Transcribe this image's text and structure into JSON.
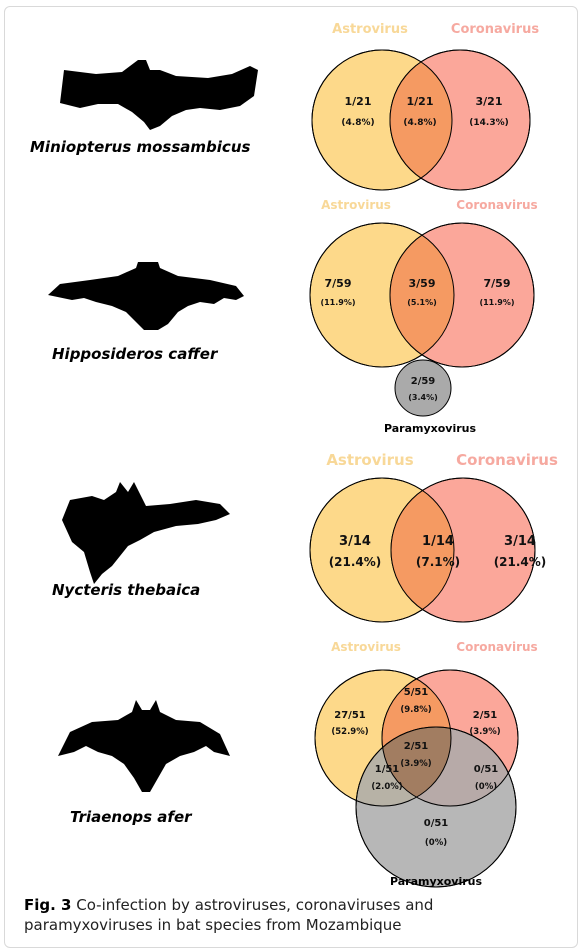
{
  "colors": {
    "astrovirus": "#fdd98a",
    "coronavirus": "#fba79a",
    "paramyxovirus": "#aaaaaa",
    "overlap": "#f59a62",
    "overlap_triple": "#a0785a",
    "label_astro": "#f8d898",
    "label_corona": "#f6a9a0"
  },
  "panels": [
    {
      "species": "Miniopterus mossambicus",
      "labels": {
        "astrovirus": "Astrovirus",
        "coronavirus": "Coronavirus"
      },
      "regions": {
        "astro_only": {
          "count": "1/21",
          "pct": "(4.8%)"
        },
        "both": {
          "count": "1/21",
          "pct": "(4.8%)"
        },
        "corona_only": {
          "count": "3/21",
          "pct": "(14.3%)"
        }
      }
    },
    {
      "species": "Hipposideros caffer",
      "labels": {
        "astrovirus": "Astrovirus",
        "coronavirus": "Coronavirus",
        "paramyxovirus": "Paramyxovirus"
      },
      "regions": {
        "astro_only": {
          "count": "7/59",
          "pct": "(11.9%)"
        },
        "both": {
          "count": "3/59",
          "pct": "(5.1%)"
        },
        "corona_only": {
          "count": "7/59",
          "pct": "(11.9%)"
        },
        "para_only": {
          "count": "2/59",
          "pct": "(3.4%)"
        }
      }
    },
    {
      "species": "Nycteris thebaica",
      "labels": {
        "astrovirus": "Astrovirus",
        "coronavirus": "Coronavirus"
      },
      "regions": {
        "astro_only": {
          "count": "3/14",
          "pct": "(21.4%)"
        },
        "both": {
          "count": "1/14",
          "pct": "(7.1%)"
        },
        "corona_only": {
          "count": "3/14",
          "pct": "(21.4%)"
        }
      }
    },
    {
      "species": "Triaenops afer",
      "labels": {
        "astrovirus": "Astrovirus",
        "coronavirus": "Coronavirus",
        "paramyxovirus": "Paramyxovirus"
      },
      "regions": {
        "astro_only": {
          "count": "27/51",
          "pct": "(52.9%)"
        },
        "astro_corona": {
          "count": "5/51",
          "pct": "(9.8%)"
        },
        "corona_only": {
          "count": "2/51",
          "pct": "(3.9%)"
        },
        "all_three": {
          "count": "2/51",
          "pct": "(3.9%)"
        },
        "astro_para": {
          "count": "1/51",
          "pct": "(2.0%)"
        },
        "corona_para": {
          "count": "0/51",
          "pct": "(0%)"
        },
        "para_only": {
          "count": "0/51",
          "pct": "(0%)"
        }
      }
    }
  ],
  "caption": {
    "label": "Fig. 3",
    "text": " Co-infection by astroviruses, coronaviruses and paramyxoviruses in bat species from Mozambique"
  }
}
